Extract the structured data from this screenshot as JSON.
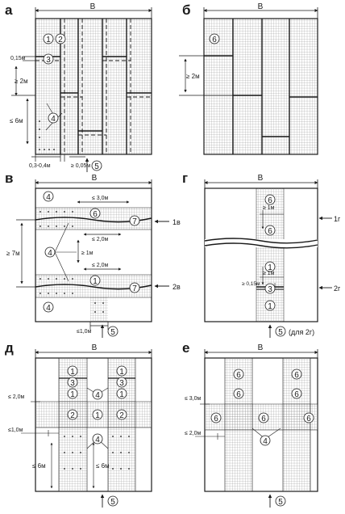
{
  "panels": {
    "a": {
      "label": "а",
      "width_label": "В",
      "markers": [
        "1",
        "2",
        "3",
        "4",
        "5"
      ],
      "dims": {
        "d015": "0,15м",
        "ge2": "≥ 2м",
        "le6": "≤ 6м",
        "d034": "0,3-0,4м",
        "ge005": "≥ 0,05м"
      }
    },
    "b": {
      "label": "б",
      "width_label": "В",
      "markers": [
        "6"
      ],
      "dims": {
        "ge2": "≥ 2м"
      }
    },
    "v": {
      "label": "в",
      "width_label": "В",
      "markers": [
        "4",
        "6",
        "7",
        "1",
        "7",
        "4",
        "4",
        "5"
      ],
      "dims": {
        "le3": "≤ 3,0м",
        "le2a": "≤ 2,0м",
        "ge1": "≥ 1м",
        "le2b": "≤ 2,0м",
        "ge7": "≥ 7м",
        "le1": "≤1,0м"
      },
      "arrows": {
        "a1": "1в",
        "a2": "2в"
      }
    },
    "g": {
      "label": "г",
      "width_label": "В",
      "markers": [
        "6",
        "6",
        "1",
        "3",
        "1",
        "5"
      ],
      "dims": {
        "ge1a": "≥ 1м",
        "ge1b": "≥ 1м",
        "ge015": "≥ 0,15м"
      },
      "arrows": {
        "a1": "1г",
        "a2": "2г"
      },
      "note": "(для 2г)"
    },
    "d": {
      "label": "д",
      "width_label": "В",
      "markers": [
        "1",
        "3",
        "1",
        "1",
        "3",
        "1",
        "2",
        "1",
        "2",
        "4",
        "4",
        "5"
      ],
      "dims": {
        "le2": "≤ 2,0м",
        "le1": "≤1,0м",
        "le6a": "≤ 6м",
        "le6b": "≤ 6м"
      }
    },
    "e": {
      "label": "е",
      "width_label": "В",
      "markers": [
        "6",
        "6",
        "6",
        "6",
        "6",
        "6",
        "6",
        "4",
        "5"
      ],
      "dims": {
        "le3": "≤ 3,0м",
        "le2": "≤ 2,0м"
      }
    }
  },
  "colors": {
    "line": "#1a1a1a",
    "grid": "#8a8a8a",
    "bg": "#ffffff"
  }
}
